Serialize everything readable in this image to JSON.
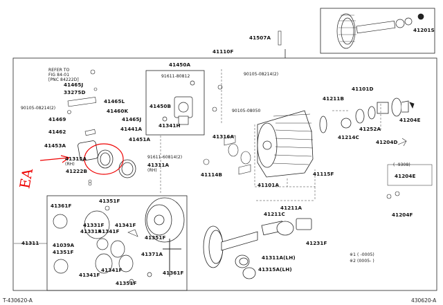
{
  "footer": {
    "left": "T-430620-A",
    "right": "430620-A"
  },
  "refer": [
    "REFER TO",
    "FIG 84-01",
    "[PNC 84222D]"
  ],
  "parts": {
    "p41201s": "41201S",
    "p41507a": "41507A",
    "p41110f": "41110F",
    "p41450a": "41450A",
    "p91611_80812": "91611-80812",
    "p90105_08214a": "90105-08214(2)",
    "p41465j_a": "41465J",
    "p33275d": "33275D",
    "p41465l": "41465L",
    "p90105_08214b": "90105-08214(2)",
    "p41460k": "41460K",
    "p41469": "41469",
    "p41465j_b": "41465J",
    "p41462": "41462",
    "p41441a": "41441A",
    "p41453a": "41453A",
    "p41451a": "41451A",
    "p41450b": "41450B",
    "p41341h": "41341H",
    "p90105_08050": "90105-08050",
    "p41316a": "41316A",
    "p41211b": "41211B",
    "p41101d": "41101D",
    "p41214c": "41214C",
    "p41252a": "41252A",
    "p41204e_a": "41204E",
    "p41204d": "41204D",
    "p41315a": "41315A",
    "p41315a_rh": "(RH)",
    "p91611_60814": "91611-60814(2)",
    "p41311a": "41311A",
    "p41311a_rh": "(RH)",
    "p41222b": "41222B",
    "p41114b": "41114B",
    "p41101a": "41101A",
    "p41115f": "41115F",
    "p9308": "( -9308)",
    "p41204e_b": "41204E",
    "p41204f": "41204F",
    "p41351f_a": "41351F",
    "p41361f_a": "41361F",
    "p41211a": "41211A",
    "p41211c": "41211C",
    "p41231f": "41231F",
    "p41311": "41311",
    "p41331f_a": "41331F",
    "p41341f_a": "41341F",
    "p41331f_b": "41331F",
    "p41341f_b": "41341F",
    "p41351f_b": "41351F",
    "p41039a": "41039A",
    "p41351f_c": "41351F",
    "p41371a": "41371A",
    "p41361f_b": "41361F",
    "p41341f_c": "41341F",
    "p41341f_d": "41341F",
    "p41351f_d": "41351F",
    "p41311a_lh": "41311A(LH)",
    "p41315a_lh": "41315A(LH)",
    "note1": "※1 ( -0005)",
    "note2": "※2 (0005- )"
  },
  "handwriting": "EA"
}
